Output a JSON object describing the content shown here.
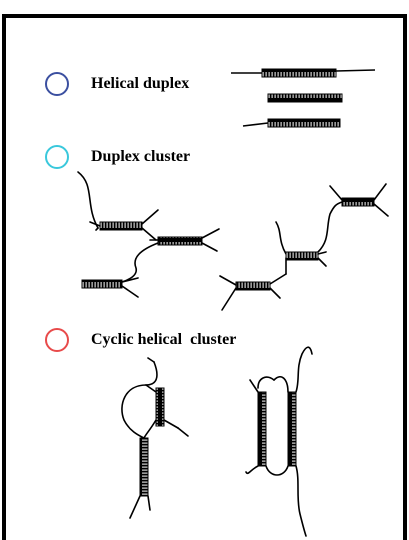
{
  "legend": {
    "items": [
      {
        "label": "Helical duplex",
        "color": "#3b4fa0",
        "icon": "blue-circle-icon"
      },
      {
        "label": "Duplex cluster",
        "color": "#39c8dc",
        "icon": "cyan-circle-icon"
      },
      {
        "label": "Cyclic helical  cluster",
        "color": "#e84a4a",
        "icon": "red-circle-icon"
      }
    ]
  }
}
